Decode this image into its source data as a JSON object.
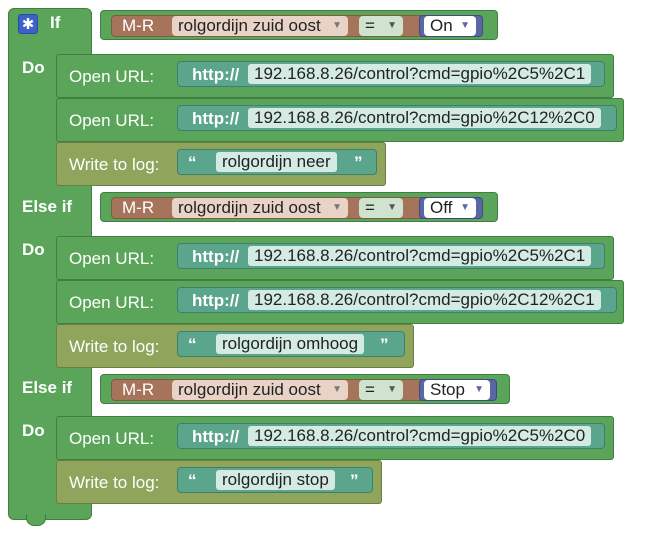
{
  "labels": {
    "if": "If",
    "do": "Do",
    "else_if": "Else if"
  },
  "operator": "=",
  "action_open_url": "Open URL:",
  "action_write_log": "Write to log:",
  "http_prefix": "http://",
  "quote_open": "“",
  "quote_close": "”",
  "branches": [
    {
      "keyword": "If",
      "device_type": "M-R",
      "device": "rolgordijn zuid oost",
      "state": "On",
      "urls": [
        "192.168.8.26/control?cmd=gpio%2C5%2C1",
        "192.168.8.26/control?cmd=gpio%2C12%2C0"
      ],
      "log": "rolgordijn neer"
    },
    {
      "keyword": "Else if",
      "device_type": "M-R",
      "device": "rolgordijn zuid oost",
      "state": "Off",
      "urls": [
        "192.168.8.26/control?cmd=gpio%2C5%2C1",
        "192.168.8.26/control?cmd=gpio%2C12%2C1"
      ],
      "log": "rolgordijn omhoog"
    },
    {
      "keyword": "Else if",
      "device_type": "M-R",
      "device": "rolgordijn zuid oost",
      "state": "Stop",
      "urls": [
        "192.168.8.26/control?cmd=gpio%2C5%2C0"
      ],
      "log": "rolgordijn stop"
    }
  ],
  "icons": {
    "settings": "gear-icon",
    "dropdown": "dropdown-arrow-icon"
  },
  "colors": {
    "if_block": "#5ba55b",
    "log_block": "#8fa55b",
    "device_block": "#a5745b",
    "state_block": "#5b67a5",
    "text_block": "#5ba58c",
    "mutator": "#3d62c7"
  }
}
